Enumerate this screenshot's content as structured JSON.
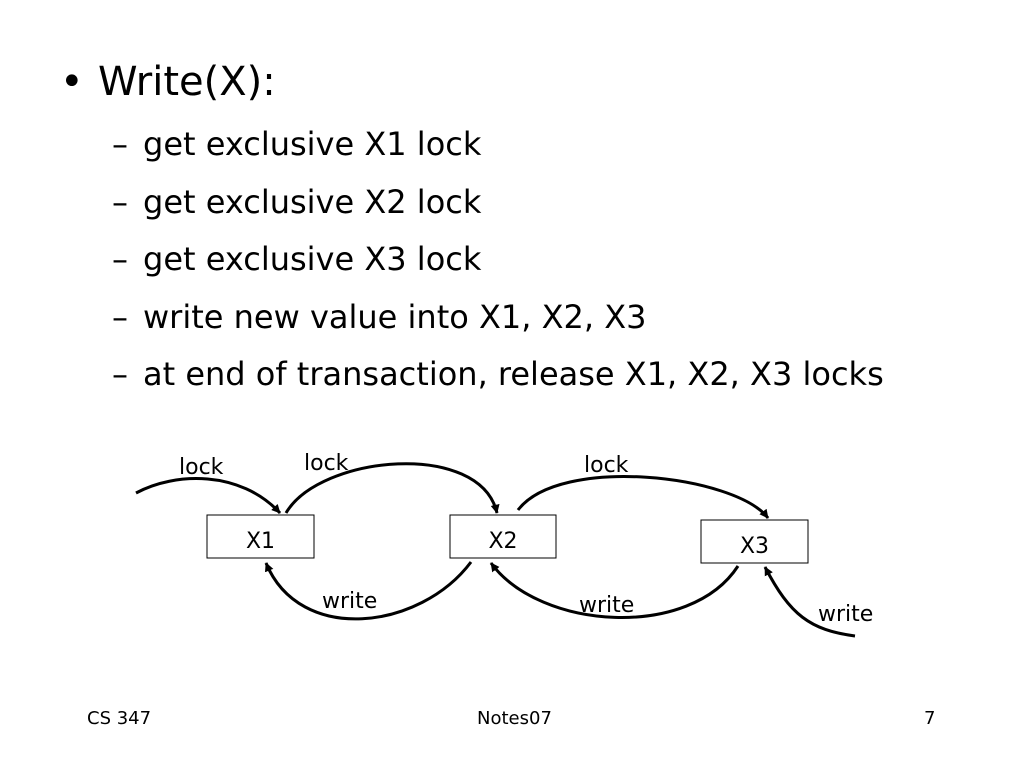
{
  "slide": {
    "title": "Write(X):",
    "bullet_symbol": "•",
    "sub_bullet_symbol": "–",
    "steps": [
      "get exclusive X1 lock",
      "get exclusive X2 lock",
      "get exclusive X3 lock",
      "write new value into X1, X2, X3",
      "at end of transaction, release X1, X2, X3 locks"
    ]
  },
  "diagram": {
    "nodes": [
      "X1",
      "X2",
      "X3"
    ],
    "lock_labels": [
      "lock",
      "lock",
      "lock"
    ],
    "write_labels": [
      "write",
      "write",
      "write"
    ]
  },
  "footer": {
    "course": "CS 347",
    "notes": "Notes07",
    "page": "7"
  }
}
